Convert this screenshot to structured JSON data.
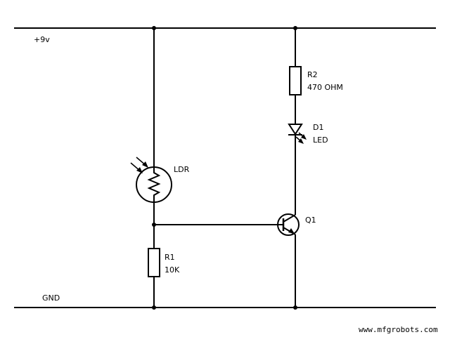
{
  "rails": {
    "vcc_label": "+9v",
    "gnd_label": "GND"
  },
  "components": {
    "r2": {
      "name": "R2",
      "value": "470 OHM"
    },
    "d1": {
      "name": "D1",
      "value": "LED"
    },
    "ldr": {
      "name": "LDR"
    },
    "q1": {
      "name": "Q1"
    },
    "r1": {
      "name": "R1",
      "value": "10K"
    }
  },
  "watermark": "www.mfgrobots.com",
  "colors": {
    "ink": "#000000",
    "background": "#ffffff"
  }
}
